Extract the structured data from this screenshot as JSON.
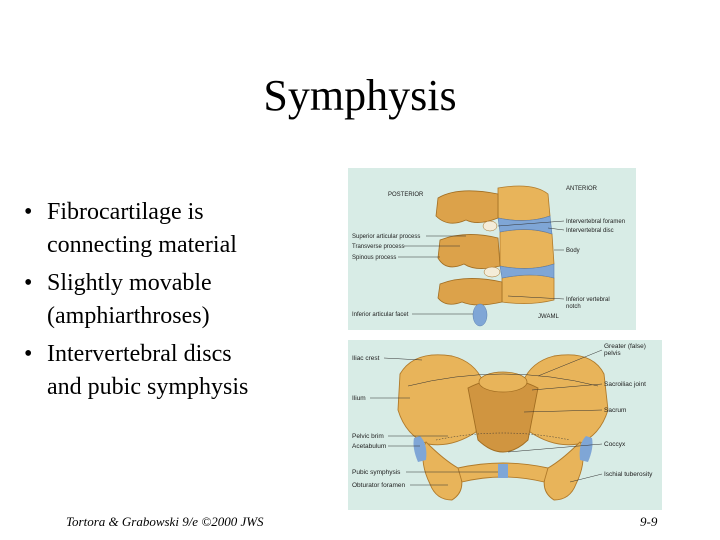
{
  "slide": {
    "title": "Symphysis",
    "bullets": [
      {
        "line1": "Fibrocartilage is",
        "line2": "connecting material"
      },
      {
        "line1": "Slightly movable",
        "line2": "(amphiarthroses)"
      },
      {
        "line1": "Intervertebral discs",
        "line2": "and pubic symphysis"
      }
    ],
    "bullet_glyph": "•"
  },
  "spine_figure": {
    "heading_left": "POSTERIOR",
    "heading_right": "ANTERIOR",
    "labels": {
      "superior_articular": "Superior articular process",
      "transverse": "Transverse process",
      "spinous": "Spinous process",
      "inferior_facet": "Inferior articular facet",
      "foramen": "Intervertebral foramen",
      "disc": "Intervertebral disc",
      "body": "Body",
      "notch_1": "Inferior vertebral",
      "notch_2": "notch",
      "signature": "JWAML"
    }
  },
  "pelvis_figure": {
    "labels": {
      "greater_pelvis_1": "Greater (false)",
      "greater_pelvis_2": "pelvis",
      "iliac_crest": "Iliac crest",
      "sacroiliac": "Sacroiliac joint",
      "ilium": "Ilium",
      "sacrum": "Sacrum",
      "pelvic_brim": "Pelvic brim",
      "acetabulum": "Acetabulum",
      "coccyx": "Coccyx",
      "pubic_symphysis": "Pubic symphysis",
      "obturator": "Obturator foramen",
      "ischial": "Ischial tuberosity"
    }
  },
  "footer": {
    "citation": "Tortora & Grabowski 9/e ©2000 JWS",
    "page": "9-9"
  },
  "colors": {
    "figure_background": "#d8ece6",
    "bone": "#e8b45a",
    "bone_shadow": "#c8882e",
    "disc": "#7fa6d6"
  }
}
